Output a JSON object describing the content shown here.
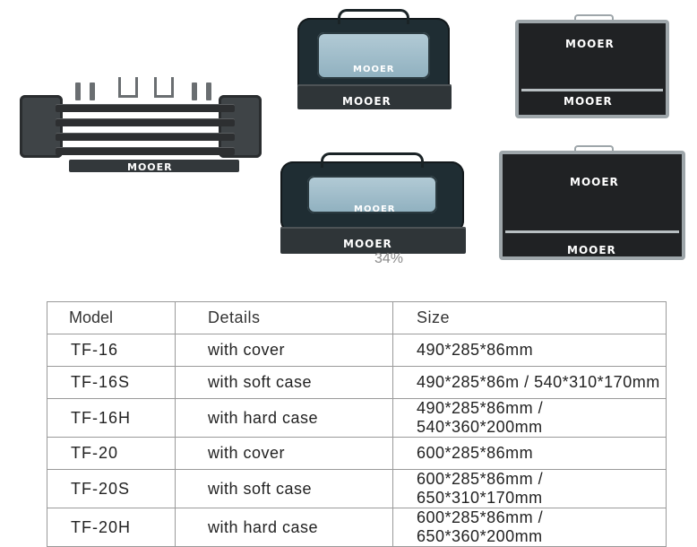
{
  "products": {
    "brand_logo": "MOOER",
    "board_logo": "MOOER",
    "softcase_top": {
      "panel_logo": "MOOER",
      "tray_logo": "MOOER"
    },
    "hardcase_top": {
      "lid_logo": "MOOER",
      "tray_logo": "MOOER"
    },
    "softcase_bottom": {
      "panel_logo": "MOOER",
      "tray_logo": "MOOER"
    },
    "hardcase_bottom": {
      "lid_logo": "MOOER",
      "tray_logo": "MOOER"
    }
  },
  "overlay_percent": "34%",
  "table": {
    "headers": {
      "model": "Model",
      "details": "Details",
      "size": "Size"
    },
    "rows": [
      {
        "model": "TF-16",
        "details": "with cover",
        "size": "490*285*86mm"
      },
      {
        "model": "TF-16S",
        "details": "with soft case",
        "size": "490*285*86m / 540*310*170mm"
      },
      {
        "model": "TF-16H",
        "details": "with hard case",
        "size": "490*285*86mm / 540*360*200mm"
      },
      {
        "model": "TF-20",
        "details": "with cover",
        "size": "600*285*86mm"
      },
      {
        "model": "TF-20S",
        "details": "with soft case",
        "size": "600*285*86mm / 650*310*170mm"
      },
      {
        "model": "TF-20H",
        "details": "with hard case",
        "size": "600*285*86mm / 650*360*200mm"
      }
    ]
  },
  "colors": {
    "soft_case_body": "#1f2d33",
    "soft_case_panel": "#a3bfcc",
    "hard_case_body": "#202224",
    "hard_case_trim": "#9ea6aa",
    "table_border": "#9a9a9a"
  }
}
